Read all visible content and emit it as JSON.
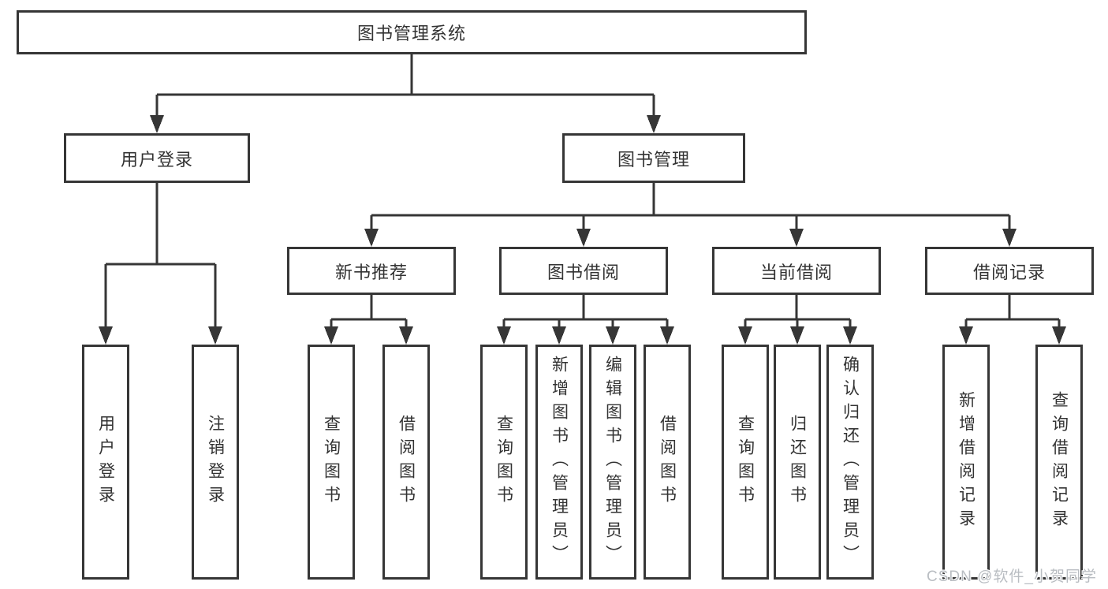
{
  "diagram_title": "图书管理系统",
  "colors": {
    "line": "#363636",
    "box_border": "#363636",
    "text": "#333333",
    "background": "#ffffff",
    "watermark": "#b9bdc2"
  },
  "tree": {
    "label": "图书管理系统",
    "children": [
      {
        "label": "用户登录",
        "children": [
          {
            "label": "用户登录"
          },
          {
            "label": "注销登录"
          }
        ]
      },
      {
        "label": "图书管理",
        "children": [
          {
            "label": "新书推荐",
            "children": [
              {
                "label": "查询图书"
              },
              {
                "label": "借阅图书"
              }
            ]
          },
          {
            "label": "图书借阅",
            "children": [
              {
                "label": "查询图书"
              },
              {
                "label": "新增图书（管理员）"
              },
              {
                "label": "编辑图书（管理员）"
              },
              {
                "label": "借阅图书"
              }
            ]
          },
          {
            "label": "当前借阅",
            "children": [
              {
                "label": "查询图书"
              },
              {
                "label": "归还图书"
              },
              {
                "label": "确认归还（管理员）"
              }
            ]
          },
          {
            "label": "借阅记录",
            "children": [
              {
                "label": "新增借阅记录"
              },
              {
                "label": "查询借阅记录"
              }
            ]
          }
        ]
      }
    ]
  },
  "watermark": {
    "text": "CSDN @软件_小贺同学"
  }
}
